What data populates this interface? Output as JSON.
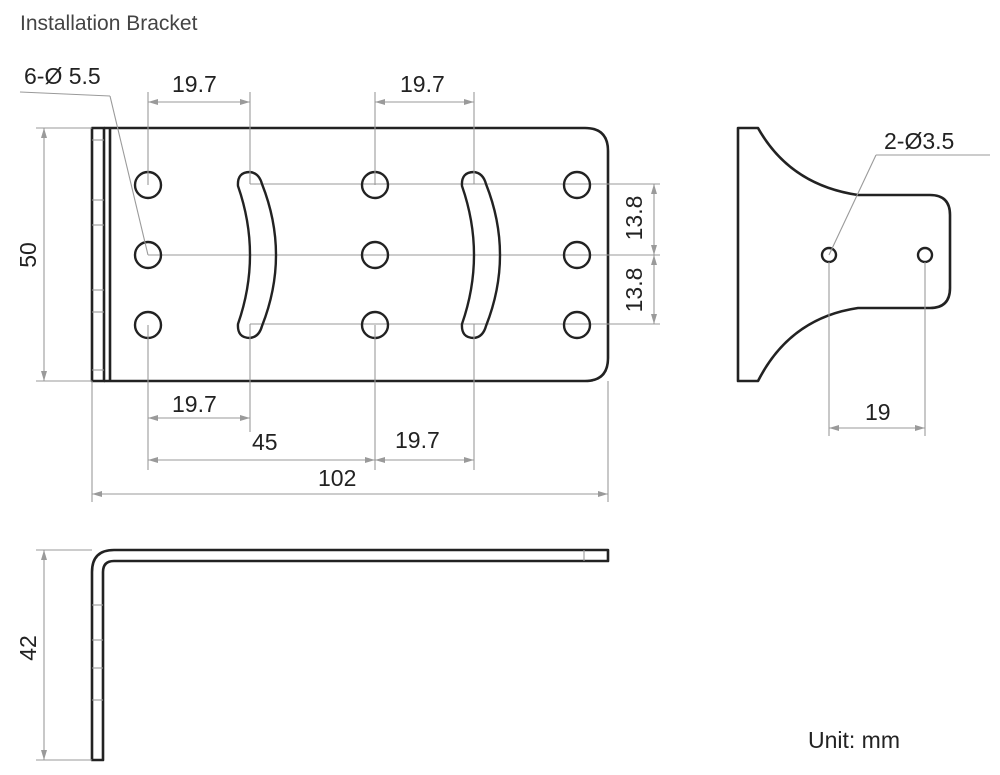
{
  "title": "Installation Bracket",
  "unit_label": "Unit: mm",
  "colors": {
    "outline": "#222222",
    "dimension_line": "#9a9a9a",
    "text": "#222222",
    "background": "#ffffff"
  },
  "dimensions": {
    "hole_callout": "6-Ø 5.5",
    "slot_pitch_top_left": "19.7",
    "slot_pitch_top_right": "19.7",
    "slot_pitch_bottom_left": "19.7",
    "slot_pitch_bottom_right": "19.7",
    "hole_to_center": "45",
    "overall_length": "102",
    "plate_height": "50",
    "hole_offset_upper": "13.8",
    "hole_offset_lower": "13.8",
    "side_hole_callout": "2-Ø3.5",
    "side_hole_spacing": "19",
    "profile_height": "42"
  }
}
